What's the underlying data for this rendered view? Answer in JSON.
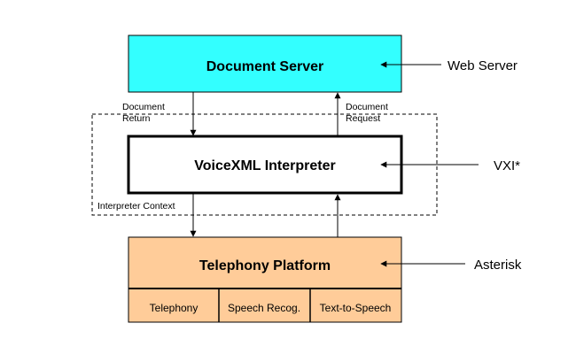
{
  "colors": {
    "document_server_fill": "#33ffff",
    "telephony_fill": "#ffcc99",
    "interpreter_fill": "#ffffff",
    "stroke": "#000000"
  },
  "boxes": {
    "document_server": "Document  Server",
    "interpreter": "VoiceXML Interpreter",
    "telephony_platform": "Telephony Platform"
  },
  "sub_components": [
    "Telephony",
    "Speech Recog.",
    "Text-to-Speech"
  ],
  "flow_labels": {
    "document_return_1": "Document",
    "document_return_2": "Return",
    "document_request_1": "Document",
    "document_request_2": "Request",
    "interpreter_context": "Interpreter  Context"
  },
  "side_labels": {
    "web_server": "Web Server",
    "vxi": "VXI*",
    "asterisk": "Asterisk"
  }
}
